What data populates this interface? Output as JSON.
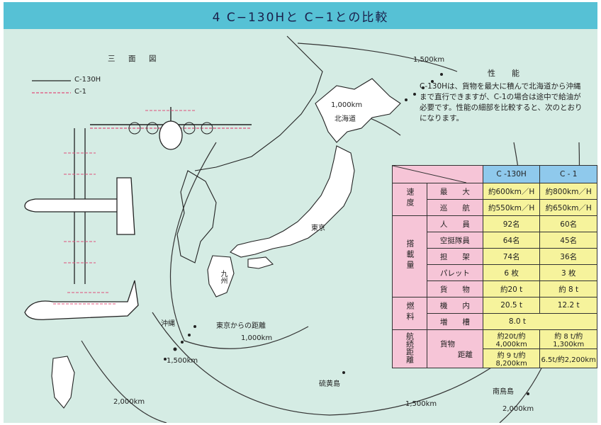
{
  "title": "4 C−130Hと C−1との比較",
  "legend": {
    "heading": "三　面　図",
    "c130h": "C-130H",
    "c1": "C-1"
  },
  "performance": {
    "heading": "性　能",
    "text": "C-130Hは、貨物を最大に積んで北海道から沖縄まで直行できますが、C-1の場合は途中で給油が必要です。性能の細部を比較すると、次のとおりになります。"
  },
  "map_labels": {
    "hokkaido": "北海道",
    "tokyo": "東京",
    "kyushu": "九州",
    "okinawa": "沖縄",
    "iwoto": "硫黄島",
    "minamitorishima": "南鳥島",
    "distance_from_tokyo": "東京からの距離",
    "r1500_top": "1,500km",
    "r1000_top": "1,000km",
    "r1000_bottom": "1,000km",
    "r1500_left": "1,500km",
    "r2000_left": "2,000km",
    "r1500_bottom": "1,500km",
    "r2000_right": "2,000km"
  },
  "table": {
    "col_c130h": "C -130H",
    "col_c1": "C - 1",
    "speed": {
      "label": "速度",
      "max": "最　　大",
      "cruise": "巡　　航",
      "max_c130h": "約600km／H",
      "max_c1": "約800km／H",
      "cruise_c130h": "約550km／H",
      "cruise_c1": "約650km／H"
    },
    "load": {
      "label": "搭載量",
      "personnel": "人　　員",
      "paratroops": "空挺隊員",
      "stretchers": "担　　架",
      "pallets": "パレット",
      "cargo": "貨　　物",
      "personnel_c130h": "92名",
      "personnel_c1": "60名",
      "paratroops_c130h": "64名",
      "paratroops_c1": "45名",
      "stretchers_c130h": "74名",
      "stretchers_c1": "36名",
      "pallets_c130h": "6 枚",
      "pallets_c1": "3 枚",
      "cargo_c130h": "約20 t",
      "cargo_c1": "約 8 t"
    },
    "fuel": {
      "label": "燃料",
      "internal": "機　　内",
      "external": "増　　槽",
      "internal_c130h": "20.5 t",
      "internal_c1": "12.2 t",
      "external_c130h": "8.0 t"
    },
    "range": {
      "label": "航続距離",
      "sub_top": "貨物",
      "sub_bottom": "距離",
      "r1_c130h": "約20t/約4,000km",
      "r1_c1": "約 8 t/約1,300km",
      "r2_c130h": "約 9 t/約8,200km",
      "r2_c1": "6.5t/約2,200km"
    }
  },
  "colors": {
    "title_bar": "#56c1d5",
    "background": "#d5ece4",
    "table_pink": "#f6c5d7",
    "table_yellow": "#f6f39c",
    "table_blue": "#8fc9ec",
    "c1_line": "#e0507a"
  }
}
